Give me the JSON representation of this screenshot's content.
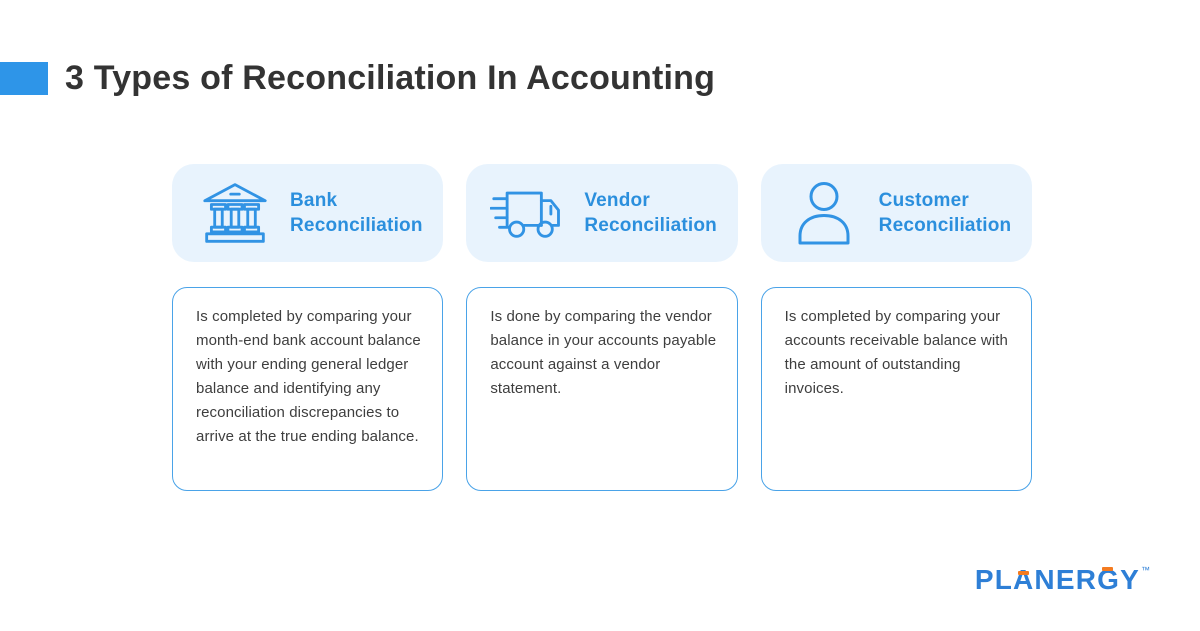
{
  "page": {
    "title": "3 Types of Reconciliation In Accounting"
  },
  "colors": {
    "accent_blue": "#2e95e8",
    "heading_blue": "#2b8fdd",
    "icon_blue": "#3193e4",
    "card_background": "#e8f3fd",
    "box_border_blue": "#4aa3e8",
    "body_text": "#3e3e3e",
    "title_text": "#333333",
    "logo_blue": "#2e7fd6",
    "logo_orange": "#f47b20"
  },
  "columns": [
    {
      "icon": "bank-icon",
      "heading_line1": "Bank",
      "heading_line2": "Reconciliation",
      "description": "Is completed by comparing your month-end bank account balance with your ending general ledger balance and identifying any reconciliation discrepancies to arrive at the true ending balance."
    },
    {
      "icon": "delivery-truck-icon",
      "heading_line1": "Vendor",
      "heading_line2": "Reconciliation",
      "description": "Is done by comparing the vendor balance in your accounts payable account against a vendor statement."
    },
    {
      "icon": "person-icon",
      "heading_line1": "Customer",
      "heading_line2": "Reconciliation",
      "description": "Is completed by comparing your accounts receivable balance with the amount of outstanding invoices."
    }
  ],
  "footer": {
    "logo_text": "PLANERGY",
    "trademark": "™"
  }
}
